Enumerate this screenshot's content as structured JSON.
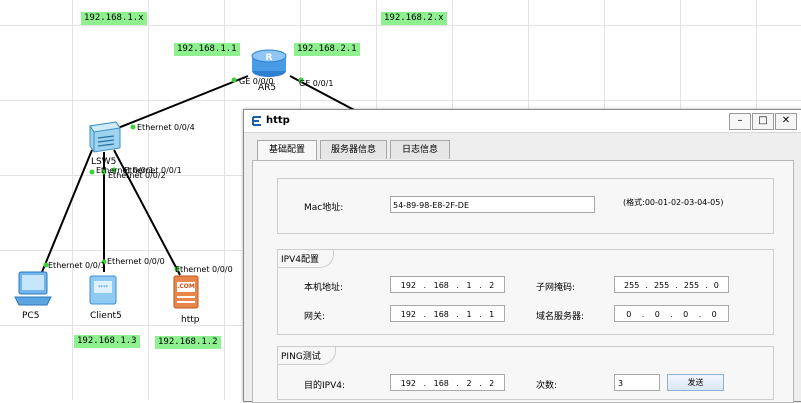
{
  "topology": {
    "subnet_labels": [
      "192.168.1.x",
      "192.168.2.x"
    ],
    "ip_labels": [
      "192.168.1.1",
      "192.168.2.1",
      "192.168.1.3",
      "192.168.1.2"
    ],
    "router": {
      "name": "AR5",
      "port_left": "GE 0/0/0",
      "port_right": "GE 0/0/1"
    },
    "switch": {
      "name": "LSW5",
      "port_up": "Ethernet 0/0/4",
      "port_b1": "Ethernet 0/0/1",
      "port_b2": "Ethernet 0/0/2",
      "port_b3": "Ethernet 0/0/1"
    },
    "pc": {
      "name": "PC5",
      "port": "Ethernet 0/0/1"
    },
    "client": {
      "name": "Client5",
      "port": "Ethernet 0/0/0"
    },
    "server": {
      "name": "http",
      "port": "Ethernet 0/0/0",
      "icon_text": ".COM"
    }
  },
  "dialog": {
    "title": "http",
    "tabs": [
      "基础配置",
      "服务器信息",
      "日志信息"
    ],
    "mac": {
      "label": "Mac地址:",
      "value": "54-89-98-E8-2F-DE",
      "hint": "(格式:00-01-02-03-04-05)"
    },
    "ipv4": {
      "group_title": "IPV4配置",
      "local_label": "本机地址:",
      "local": [
        "192",
        "168",
        "1",
        "2"
      ],
      "mask_label": "子网掩码:",
      "mask": [
        "255",
        "255",
        "255",
        "0"
      ],
      "gateway_label": "网关:",
      "gateway": [
        "192",
        "168",
        "1",
        "1"
      ],
      "dns_label": "域名服务器:",
      "dns": [
        "0",
        "0",
        "0",
        "0"
      ]
    },
    "ping": {
      "group_title": "PING测试",
      "target_label": "目的IPV4:",
      "target": [
        "192",
        "168",
        "2",
        "2"
      ],
      "count_label": "次数:",
      "count": "3",
      "send_label": "发送"
    }
  }
}
